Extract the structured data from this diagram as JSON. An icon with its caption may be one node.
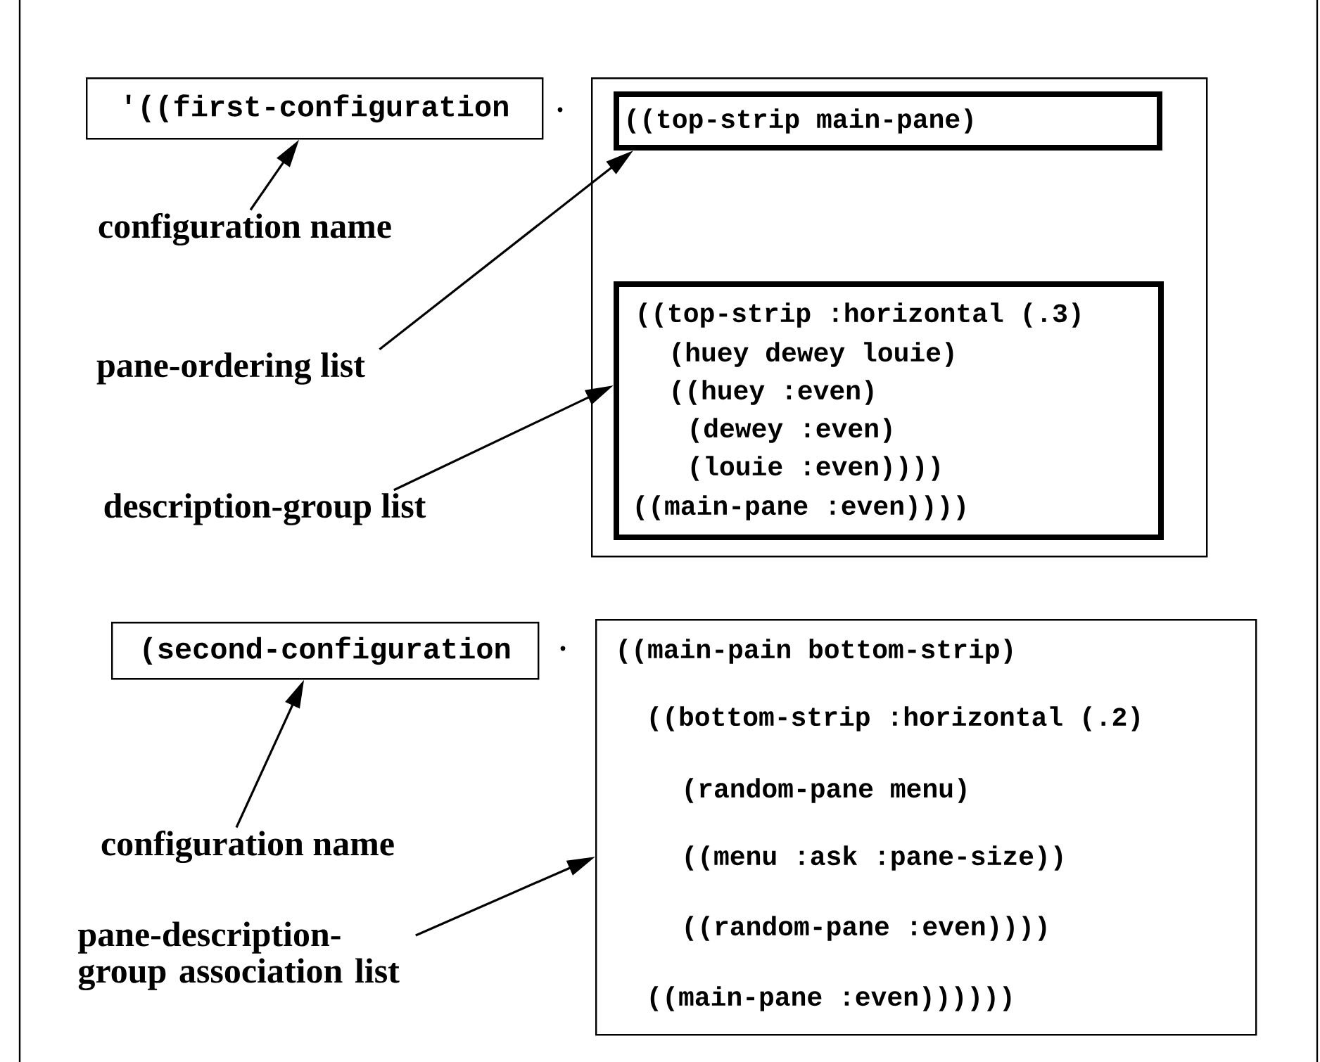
{
  "diagram": {
    "nodes": [
      {
        "text": [
          "'((first-configuration"
        ]
      },
      {
        "text": [],
        "shape": "box"
      },
      {
        "text": [
          "((top-strip main-pane)"
        ],
        "in": 1
      },
      {
        "text": [
          "((top-strip :horizontal (.3)",
          "(huey dewey louie)",
          "((huey :even)",
          "(dewey :even)",
          "(louie :even))))",
          "((main-pane :even))))"
        ],
        "in": 1
      },
      {
        "text": [
          "configuration name"
        ]
      },
      {
        "text": [
          "pane-ordering list"
        ]
      },
      {
        "text": [
          "description-group list"
        ]
      },
      {
        "text": [
          "(second-configuration"
        ]
      },
      {
        "text": [
          "((main-pain bottom-strip)",
          "((bottom-strip :horizontal (.2)",
          "(random-pane menu)",
          "((menu :ask :pane-size))",
          "((random-pane :even))))",
          "((main-pane :even))))))"
        ]
      },
      {
        "text": [
          "configuration name"
        ]
      },
      {
        "text": [
          "pane-description- group association list"
        ]
      }
    ],
    "edges": [
      {
        "from": 4,
        "to": 0,
        "arrow": "to"
      },
      {
        "from": 5,
        "to": 2,
        "arrow": "to"
      },
      {
        "from": 6,
        "to": 3,
        "arrow": "to"
      },
      {
        "from": 9,
        "to": 7,
        "arrow": "to"
      },
      {
        "from": 10,
        "to": 8,
        "arrow": "to"
      }
    ],
    "labels": [
      ".",
      "."
    ]
  }
}
